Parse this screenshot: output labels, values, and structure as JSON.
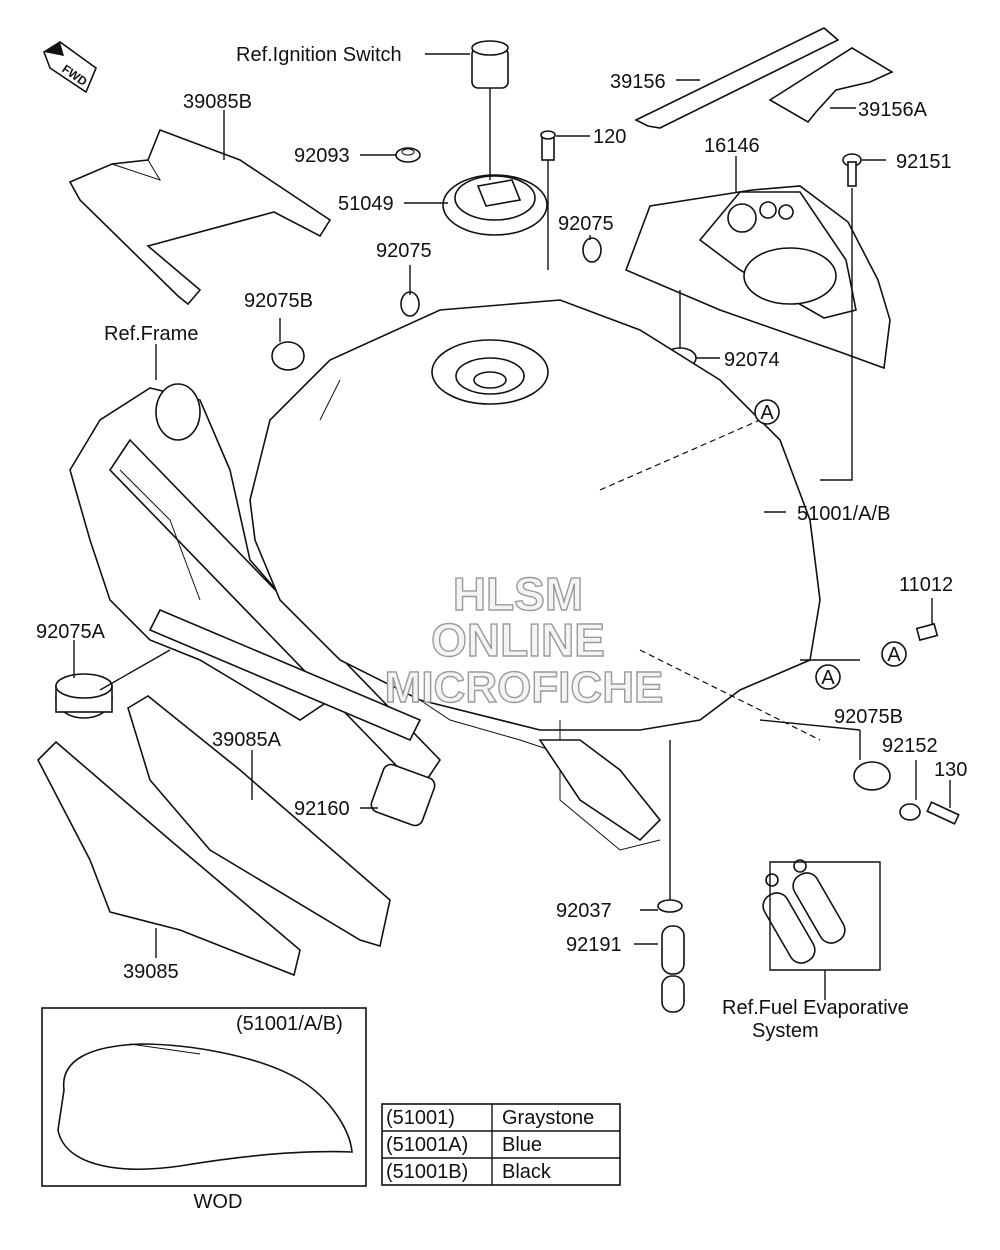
{
  "fwd_badge": "FWD",
  "callouts": [
    {
      "id": "ref-ignition-switch",
      "text": "Ref.Ignition Switch"
    },
    {
      "id": "39085b",
      "text": "39085B"
    },
    {
      "id": "92093",
      "text": "92093"
    },
    {
      "id": "51049",
      "text": "51049"
    },
    {
      "id": "92075-top",
      "text": "92075"
    },
    {
      "id": "92075-mid",
      "text": "92075"
    },
    {
      "id": "92075b-left",
      "text": "92075B"
    },
    {
      "id": "ref-frame",
      "text": "Ref.Frame"
    },
    {
      "id": "120",
      "text": "120"
    },
    {
      "id": "39156",
      "text": "39156"
    },
    {
      "id": "39156a",
      "text": "39156A"
    },
    {
      "id": "16146",
      "text": "16146"
    },
    {
      "id": "92151",
      "text": "92151"
    },
    {
      "id": "92074",
      "text": "92074"
    },
    {
      "id": "51001ab",
      "text": "51001/A/B"
    },
    {
      "id": "11012",
      "text": "11012"
    },
    {
      "id": "92075a",
      "text": "92075A"
    },
    {
      "id": "39085a",
      "text": "39085A"
    },
    {
      "id": "92075b-right",
      "text": "92075B"
    },
    {
      "id": "92152",
      "text": "92152"
    },
    {
      "id": "130",
      "text": "130"
    },
    {
      "id": "92160",
      "text": "92160"
    },
    {
      "id": "92037",
      "text": "92037"
    },
    {
      "id": "92191",
      "text": "92191"
    },
    {
      "id": "39085",
      "text": "39085"
    },
    {
      "id": "ref-fuel-evap-1",
      "text": "Ref.Fuel Evaporative"
    },
    {
      "id": "ref-fuel-evap-2",
      "text": "System"
    }
  ],
  "reference_marks": [
    "A",
    "A",
    "A"
  ],
  "watermark": [
    "HLSM",
    "ONLINE",
    "MICROFICHE"
  ],
  "inset": {
    "title": "(51001/A/B)",
    "caption": "WOD"
  },
  "color_table": [
    {
      "part": "(51001)",
      "color": "Graystone"
    },
    {
      "part": "(51001A)",
      "color": "Blue"
    },
    {
      "part": "(51001B)",
      "color": "Black"
    }
  ]
}
